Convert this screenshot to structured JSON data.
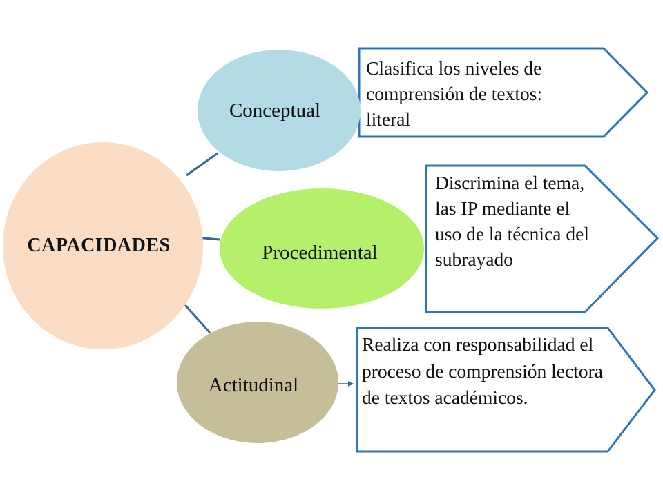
{
  "main": {
    "label": "CAPACIDADES",
    "color": "#fbdcc5"
  },
  "branches": [
    {
      "label": "Conceptual",
      "color": "#b3dbe6",
      "text": "Clasifica los niveles de comprensión de textos: literal"
    },
    {
      "label": "Procedimental",
      "color": "#b5f06a",
      "text": "Discrimina el tema, las IP mediante el uso de la técnica del subrayado"
    },
    {
      "label": "Actitudinal",
      "color": "#c6be98",
      "text": "Realiza con responsabilidad el proceso de comprensión lectora de textos académicos."
    }
  ],
  "colors": {
    "box_border": "#2e75b6",
    "connector": "#3b6690"
  }
}
